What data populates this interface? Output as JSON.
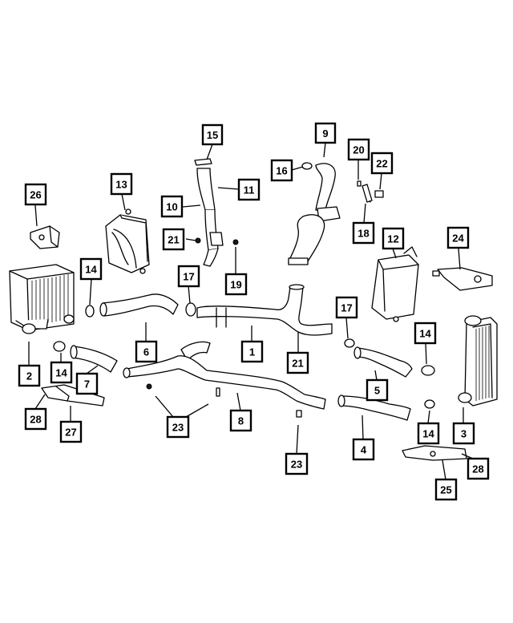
{
  "diagram": {
    "callouts": [
      "15",
      "9",
      "16",
      "20",
      "22",
      "13",
      "11",
      "10",
      "26",
      "21",
      "18",
      "12",
      "24",
      "14",
      "17",
      "19",
      "17",
      "2",
      "1",
      "6",
      "14",
      "7",
      "21",
      "14",
      "5",
      "3",
      "28",
      "27",
      "23",
      "8",
      "4",
      "14",
      "28",
      "23",
      "25"
    ]
  }
}
